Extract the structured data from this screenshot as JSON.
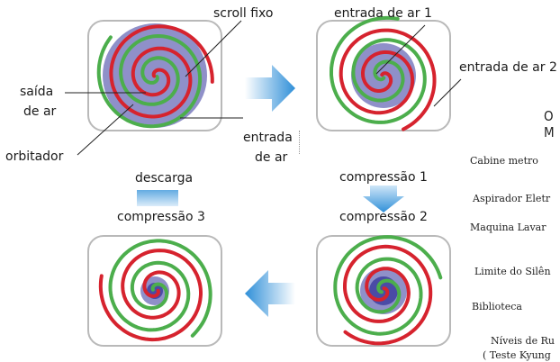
{
  "labels": {
    "scroll_fixo": "scroll fixo",
    "entrada_ar_1": "entrada de ar 1",
    "entrada_ar_2": "entrada de ar 2",
    "saida": "saída",
    "de_ar_saida": "de ar",
    "orbitador": "orbitador",
    "entrada": "entrada",
    "de_ar_entrada": "de ar",
    "descarga": "descarga",
    "compressao_1": "compressão 1",
    "compressao_2": "compressão 2",
    "compressao_3": "compressão 3"
  },
  "side_panel": {
    "title_fragment": "O M",
    "items": [
      "Cabine metro",
      "Aspirador Eletr",
      "Maquina Lavar",
      "Limite do Silên",
      "Biblioteca"
    ],
    "footer_line1": "Níveis de Ru",
    "footer_line2": "( Teste Kyung"
  },
  "colors": {
    "fixed_scroll": "#4cae4c",
    "orbiting_scroll": "#d6232e",
    "gas_pocket": "#8f90c9",
    "gas_pocket_dense": "#4a4ba6",
    "arrow_blue": "#2f8fd8",
    "box_border": "#b9b9b9"
  }
}
